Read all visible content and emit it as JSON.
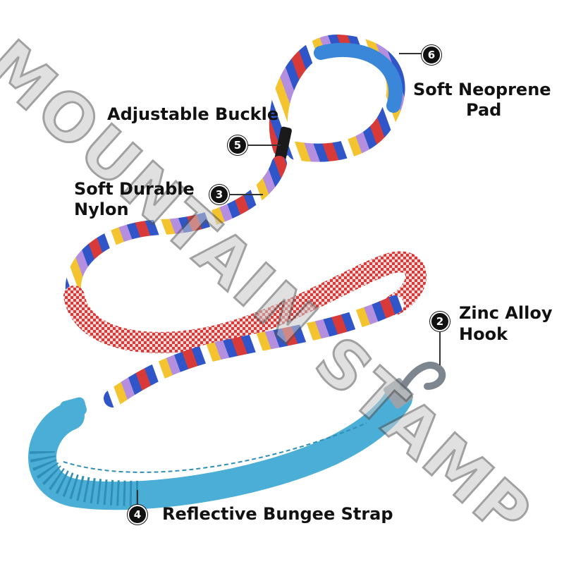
{
  "watermark": {
    "text": "MOUNTAIN STAMP"
  },
  "colors": {
    "bungee": "#4aaed6",
    "bungee_dark": "#2f8fb8",
    "pad": "#3a86d8",
    "pattern_red": "#d83a3a",
    "pattern_blue": "#2f55c9",
    "pattern_pink": "#f29bb7",
    "pattern_yellow": "#f4c430",
    "pattern_lilac": "#b48fe0",
    "metal": "#9aa3ab",
    "watermark_fill": "#c8c8c8"
  },
  "callouts": [
    {
      "id": "pad",
      "number": "6",
      "line1": "Soft Neoprene",
      "line2": "Pad"
    },
    {
      "id": "buckle",
      "number": "5",
      "line1": "Adjustable Buckle",
      "line2": ""
    },
    {
      "id": "nylon",
      "number": "3",
      "line1": "Soft Durable",
      "line2": "Nylon"
    },
    {
      "id": "hook",
      "number": "2",
      "line1": "Zinc Alloy",
      "line2": "Hook"
    },
    {
      "id": "bungee",
      "number": "4",
      "line1": "Reflective Bungee Strap",
      "line2": ""
    }
  ]
}
